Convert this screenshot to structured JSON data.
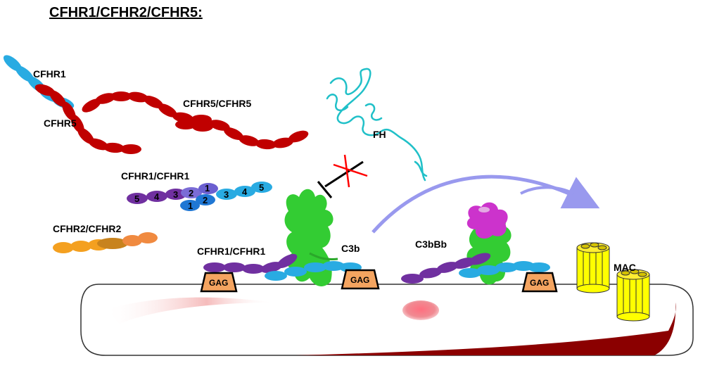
{
  "title": "CFHR1/CFHR2/CFHR5:",
  "labels": {
    "cfhr1": "CFHR1",
    "cfhr5": "CFHR5",
    "cfhr5_dimer": "CFHR5/CFHR5",
    "fh": "FH",
    "cfhr1_dimer": "CFHR1/CFHR1",
    "cfhr2_dimer": "CFHR2/CFHR2",
    "cfhr1_dimer_bound": "CFHR1/CFHR1",
    "c3b": "C3b",
    "c3bbb": "C3bBb",
    "mac": "MAC",
    "gag": "GAG"
  },
  "domain_numbers": {
    "left": [
      "5",
      "4",
      "3",
      "2",
      "1"
    ],
    "right": [
      "1",
      "2",
      "3",
      "4",
      "5"
    ]
  },
  "colors": {
    "cfhr1": "#29abe2",
    "cfhr5": "#c00000",
    "cfhr1_purple": "#7030a0",
    "cfhr1_blue_mid": "#1f77d4",
    "cfhr2": "#f4a020",
    "cfhr2_core": "#c8831e",
    "cfhr2_end": "#f08a40",
    "fh": "#20c0c8",
    "c3b": "#33cc33",
    "bb": "#cc33cc",
    "gag": "#f4a460",
    "mac": "#ffff00",
    "arrow": "#9999ee",
    "block": "#ff0000",
    "cell_stroke": "#333333",
    "cell_shade": "#f2b8b8",
    "cell_dark": "#8b0000"
  }
}
